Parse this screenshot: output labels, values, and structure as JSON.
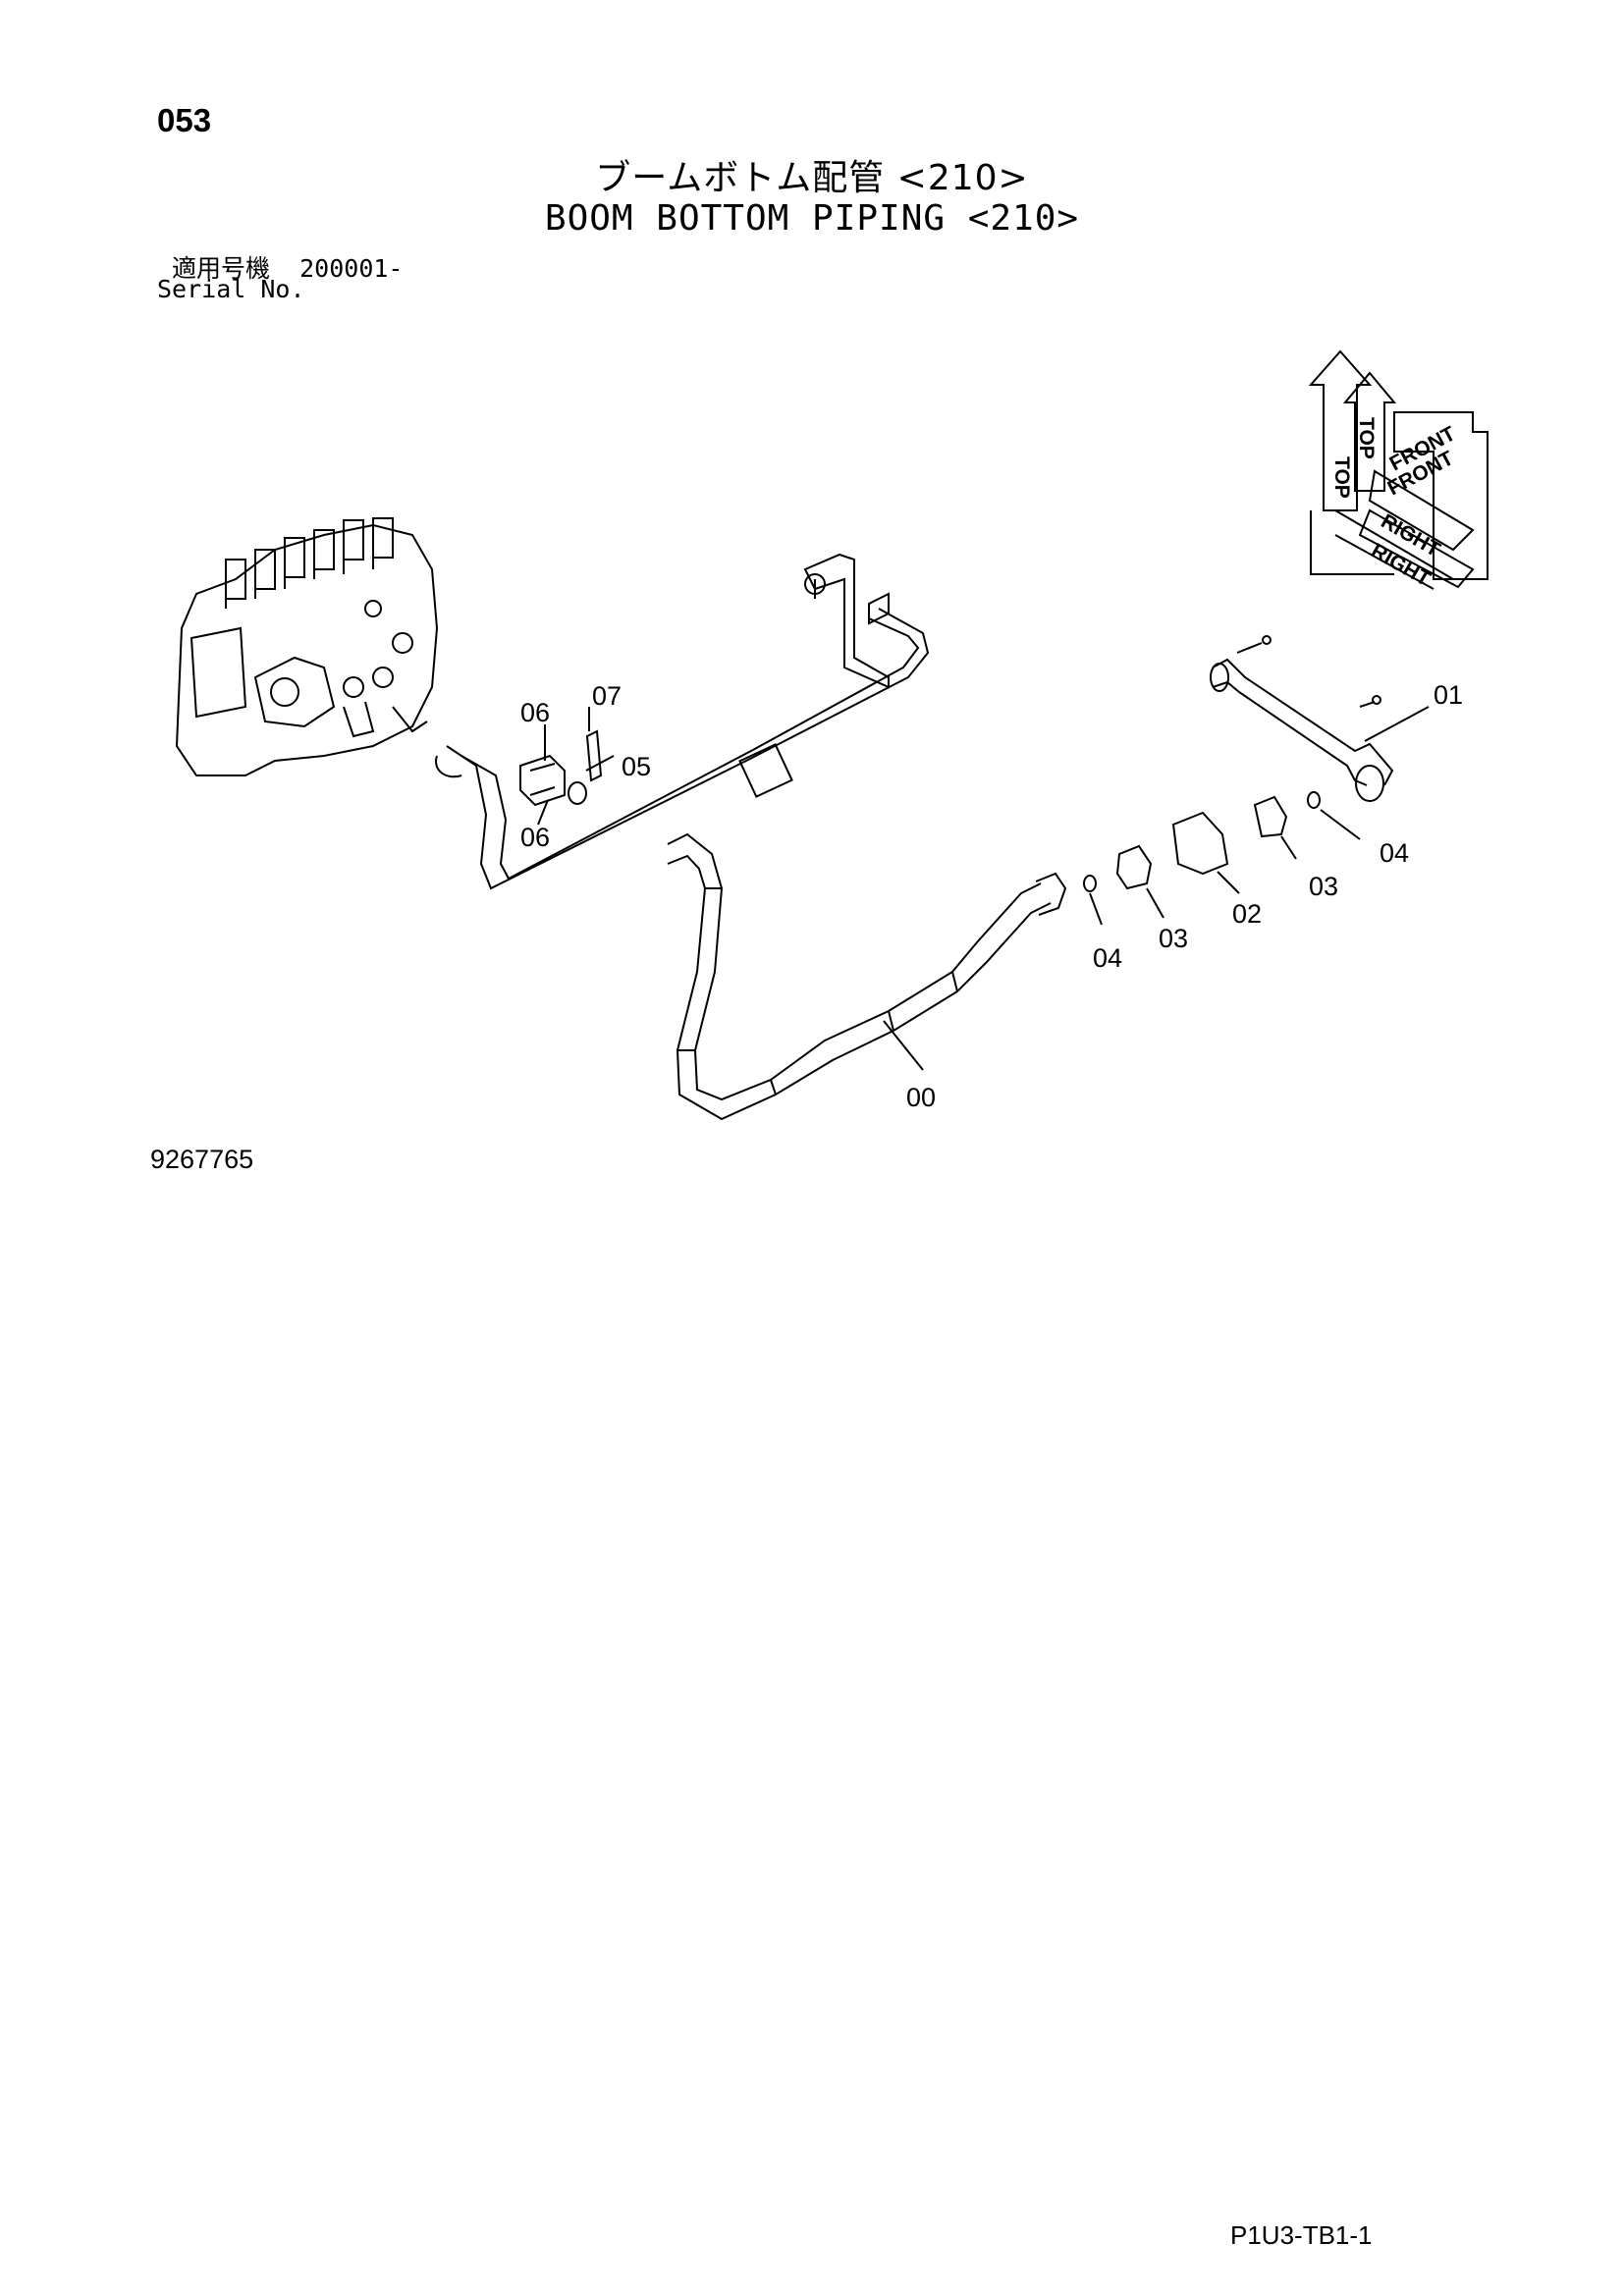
{
  "header": {
    "page_number": "053",
    "title_jp": "ブームボトム配管 <210>",
    "title_en": "BOOM BOTTOM PIPING <210>",
    "serial_label_jp": "適用号機",
    "serial_value": "200001-",
    "serial_label_en": "Serial No."
  },
  "orientation": {
    "top": "TOP",
    "front": "FRONT",
    "right": "RIGHT"
  },
  "callouts": {
    "c00": "00",
    "c01": "01",
    "c02": "02",
    "c03a": "03",
    "c03b": "03",
    "c04a": "04",
    "c04b": "04",
    "c05": "05",
    "c06a": "06",
    "c06b": "06",
    "c07": "07"
  },
  "footer": {
    "drawing_number": "9267765",
    "code": "P1U3-TB1-1"
  }
}
